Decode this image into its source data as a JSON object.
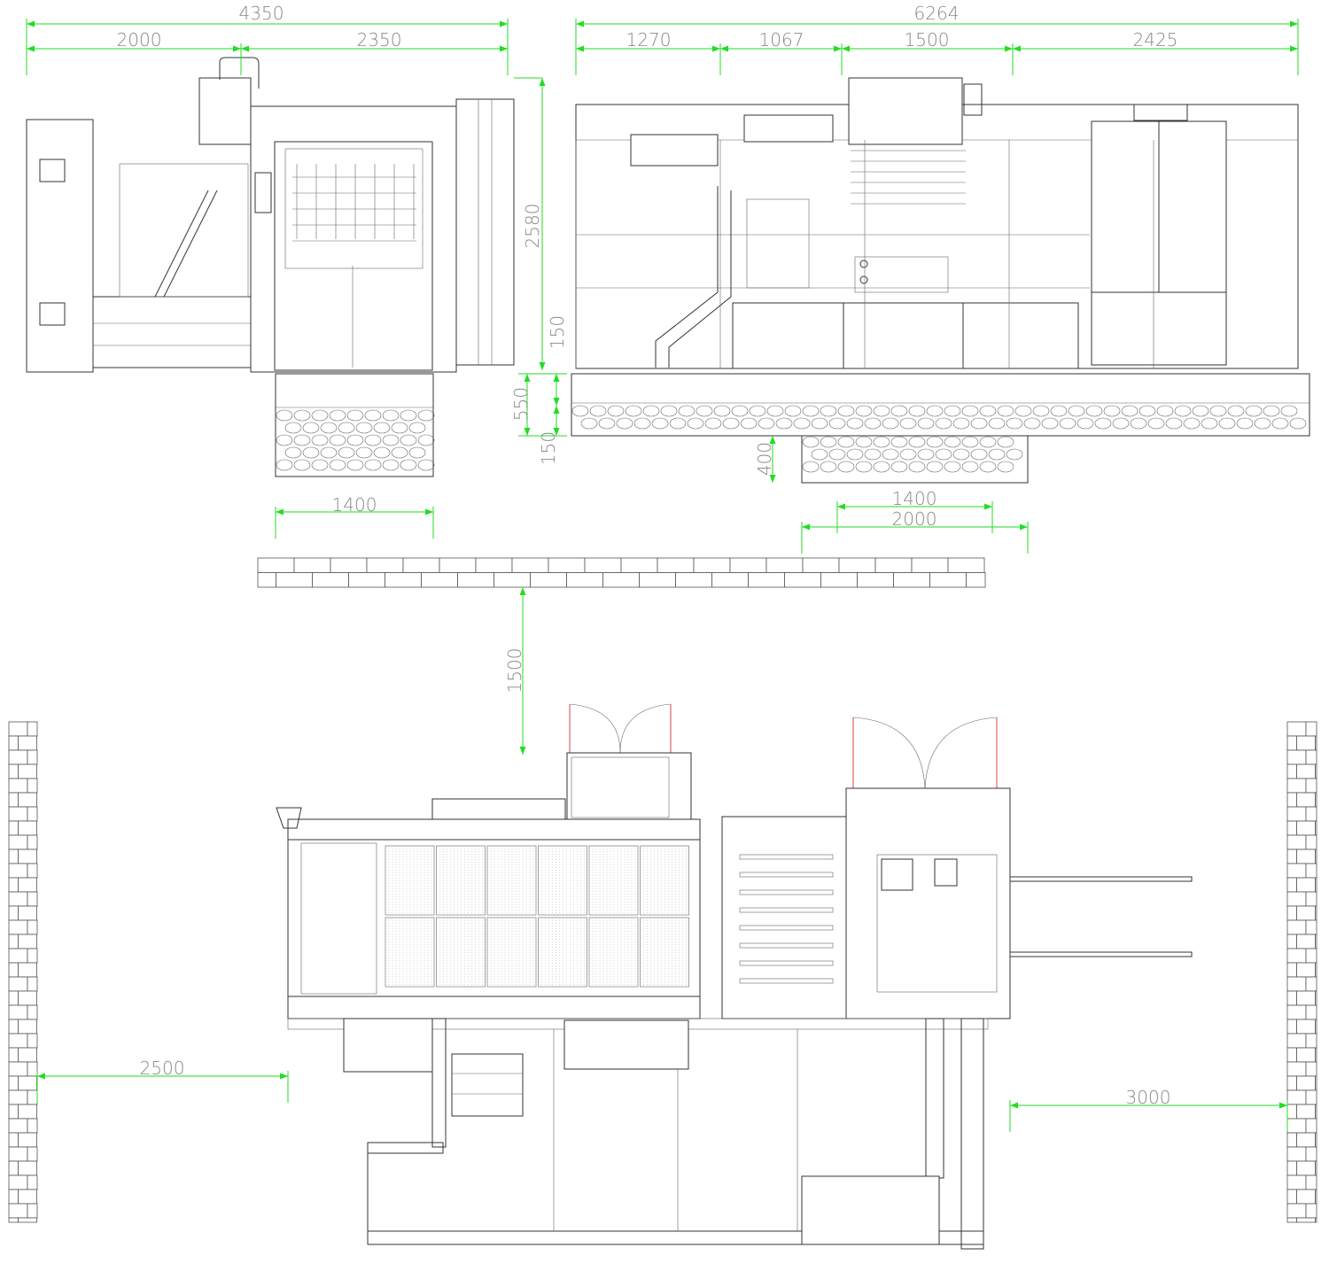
{
  "side_view": {
    "dims": {
      "total": "4350",
      "left": "2000",
      "right": "2350",
      "height": "2580",
      "top_gap": "150",
      "pit_depth": "550",
      "bottom_gap": "150",
      "pit_width": "1400"
    }
  },
  "front_view": {
    "dims": {
      "total": "6264",
      "seg1": "1270",
      "seg2": "1067",
      "seg3": "1500",
      "seg4": "2425",
      "pit_depth": "400",
      "pit_inner": "1400",
      "pit_outer": "2000"
    }
  },
  "plan_view": {
    "dims": {
      "wall_clearance_top": "1500",
      "wall_clearance_left": "2500",
      "wall_clearance_right": "3000"
    }
  },
  "colors": {
    "dimension": "#22dd22",
    "dim_text": "#888888",
    "lines": "#333333"
  }
}
